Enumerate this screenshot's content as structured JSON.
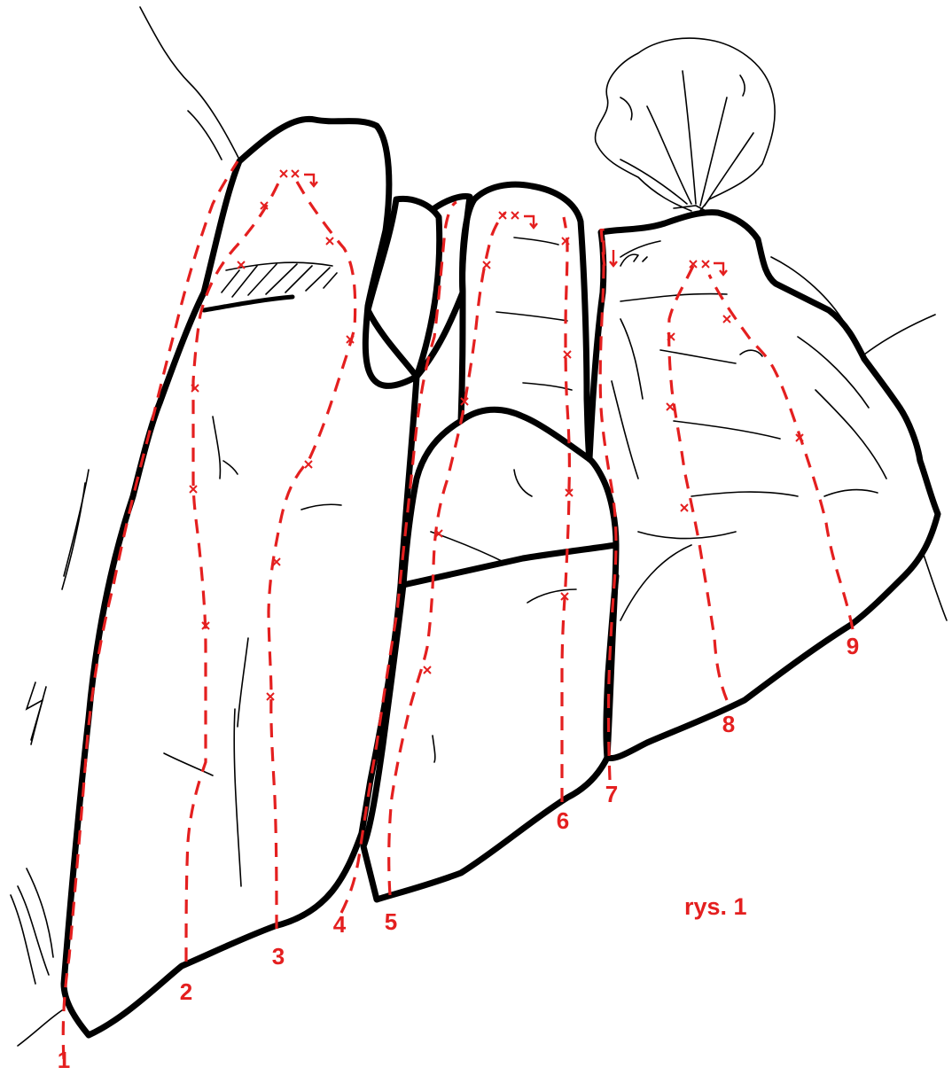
{
  "figure": {
    "caption": "rys. 1",
    "accent_color": "#e41f1f",
    "line_color": "#000000"
  },
  "routes": [
    {
      "number": "1"
    },
    {
      "number": "2"
    },
    {
      "number": "3"
    },
    {
      "number": "4"
    },
    {
      "number": "5"
    },
    {
      "number": "6"
    },
    {
      "number": "7"
    },
    {
      "number": "8"
    },
    {
      "number": "9"
    }
  ]
}
